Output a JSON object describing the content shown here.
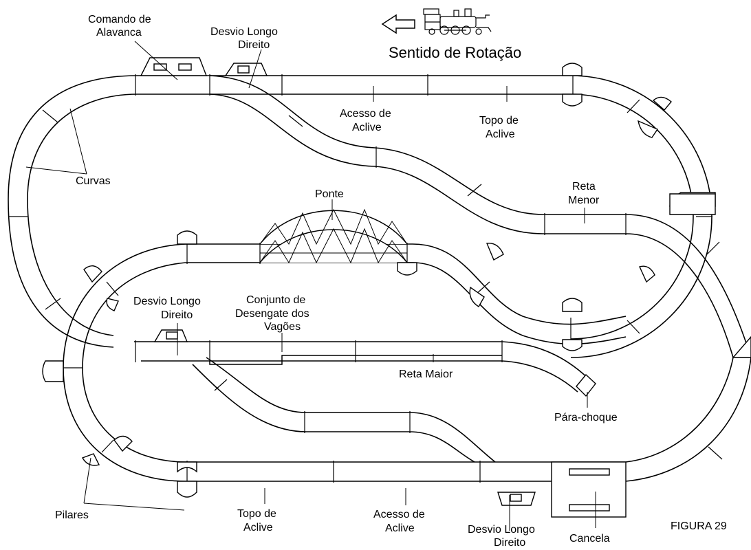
{
  "header": {
    "title": "Sentido de Rotação"
  },
  "figure_label": "FIGURA 29",
  "labels": {
    "comando_l1": "Comando de",
    "comando_l2": "Alavanca",
    "desvio_top_l1": "Desvio Longo",
    "desvio_top_l2": "Direito",
    "acesso_top_l1": "Acesso de",
    "acesso_top_l2": "Aclive",
    "topo_top_l1": "Topo de",
    "topo_top_l2": "Aclive",
    "curvas": "Curvas",
    "reta_menor_l1": "Reta",
    "reta_menor_l2": "Menor",
    "ponte": "Ponte",
    "desvio_mid_l1": "Desvio Longo",
    "desvio_mid_l2": "Direito",
    "conjunto_l1": "Conjunto de",
    "conjunto_l2": "Desengate dos",
    "conjunto_l3": "Vagões",
    "reta_maior": "Reta Maior",
    "para_choque": "Pára-choque",
    "pilares": "Pilares",
    "topo_bot_l1": "Topo de",
    "topo_bot_l2": "Aclive",
    "acesso_bot_l1": "Acesso de",
    "acesso_bot_l2": "Aclive",
    "desvio_bot_l1": "Desvio Longo",
    "desvio_bot_l2": "Direito",
    "cancela": "Cancela"
  },
  "icons": {
    "direction": "left-arrow-icon",
    "train": "locomotive-icon"
  }
}
